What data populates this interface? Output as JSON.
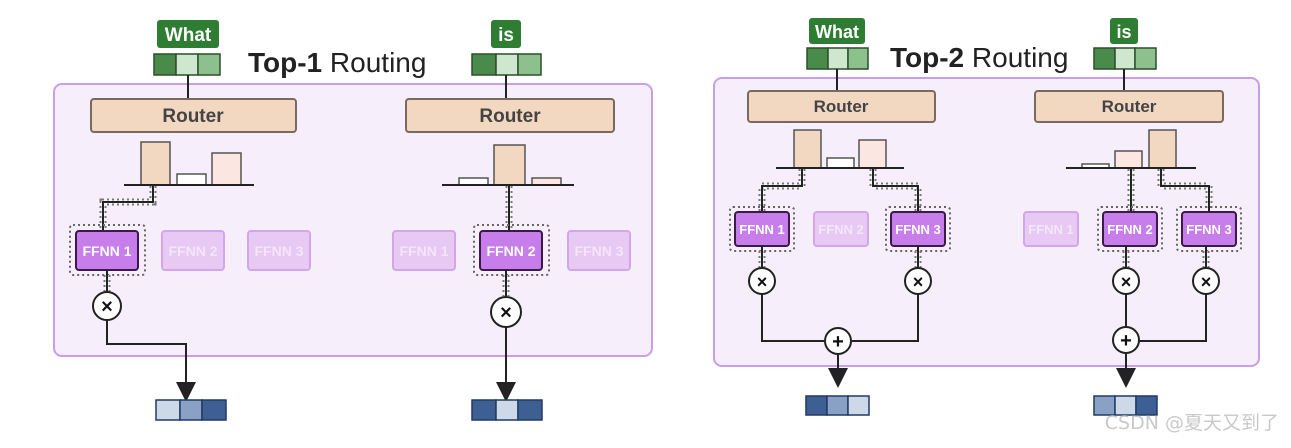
{
  "panels": [
    {
      "id": "top1",
      "title_bold": "Top-1",
      "title_rest": " Routing",
      "groups": [
        {
          "token": "What",
          "router_label": "Router",
          "experts": [
            {
              "label": "FFNN 1",
              "active": true
            },
            {
              "label": "FFNN 2",
              "active": false
            },
            {
              "label": "FFNN 3",
              "active": false
            }
          ],
          "multiply_symbol": "×",
          "add_symbol": ""
        },
        {
          "token": "is",
          "router_label": "Router",
          "experts": [
            {
              "label": "FFNN 1",
              "active": false
            },
            {
              "label": "FFNN 2",
              "active": true
            },
            {
              "label": "FFNN 3",
              "active": false
            }
          ],
          "multiply_symbol": "×",
          "add_symbol": ""
        }
      ]
    },
    {
      "id": "top2",
      "title_bold": "Top-2",
      "title_rest": " Routing",
      "groups": [
        {
          "token": "What",
          "router_label": "Router",
          "experts": [
            {
              "label": "FFNN 1",
              "active": true
            },
            {
              "label": "FFNN 2",
              "active": false
            },
            {
              "label": "FFNN 3",
              "active": true
            }
          ],
          "multiply_symbol": "×",
          "add_symbol": "+"
        },
        {
          "token": "is",
          "router_label": "Router",
          "experts": [
            {
              "label": "FFNN 1",
              "active": false
            },
            {
              "label": "FFNN 2",
              "active": true
            },
            {
              "label": "FFNN 3",
              "active": true
            }
          ],
          "multiply_symbol": "×",
          "add_symbol": "+"
        }
      ]
    }
  ],
  "watermark": "CSDN @夏天又到了",
  "colors": {
    "token_green": "#2f7d32",
    "embed_dark": "#4a8a4a",
    "embed_mid": "#8cc08c",
    "embed_light": "#cfe6cf",
    "panel_bg": "#f6eefb",
    "panel_border": "#c89ee8",
    "router_fill": "#f2d7c1",
    "router_stroke": "#7a6a5e",
    "expert_active": "#c77dea",
    "expert_inactive": "#e7c9f3",
    "out_dark": "#3d5f94",
    "out_mid": "#8aa1c6",
    "out_light": "#cdd8e9"
  }
}
